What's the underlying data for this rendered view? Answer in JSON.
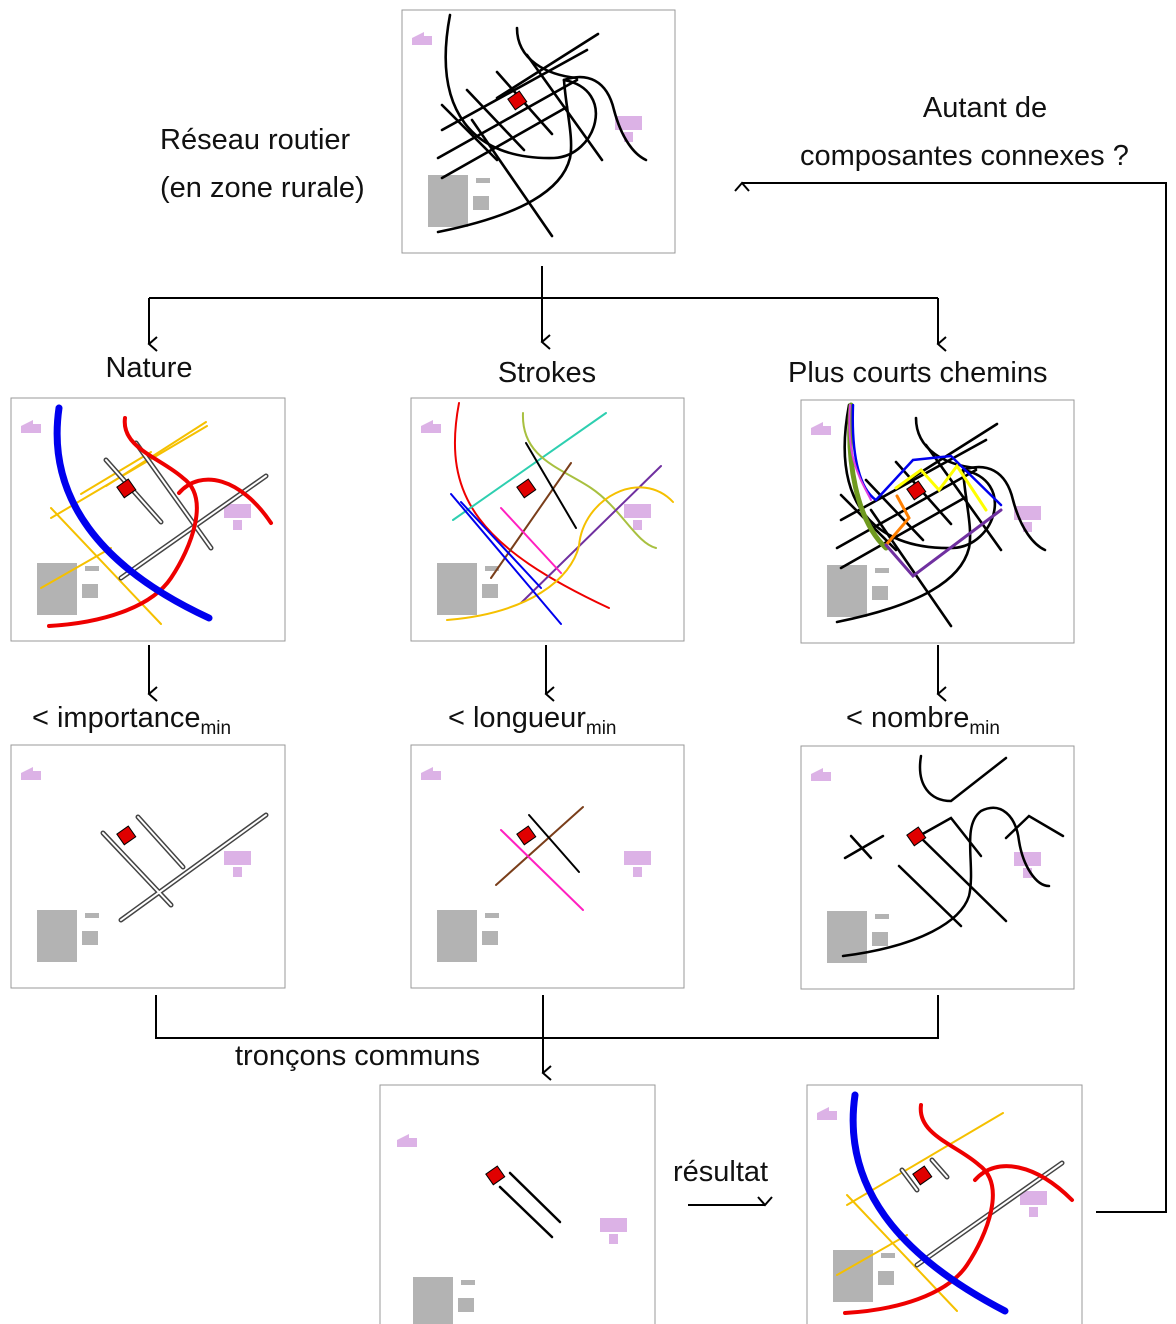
{
  "labels": {
    "source_line1": "Réseau routier",
    "source_line2": "(en zone rurale)",
    "feedback_line1": "Autant de",
    "feedback_line2": "composantes connexes ?",
    "branch_nature": "Nature",
    "branch_strokes": "Strokes",
    "branch_paths": "Plus courts chemins",
    "filter_importance": "< importance",
    "filter_importance_sub": "min",
    "filter_longueur": "< longueur",
    "filter_longueur_sub": "min",
    "filter_nombre": "< nombre",
    "filter_nombre_sub": "min",
    "common": "tronçons communs",
    "result": "résultat"
  },
  "colors": {
    "road": "#000000",
    "building_grey": "#b3b3b3",
    "building_pink": "#dcb2e6",
    "building_red": "#e00000",
    "nature_main": "#0000ee",
    "nature_secondary": "#ee0000",
    "nature_minor": "#f5c000",
    "path_purple": "#7030a0",
    "path_yellow": "#ffff00",
    "path_orange": "#ff7f00",
    "path_green": "#6f9a1f"
  }
}
